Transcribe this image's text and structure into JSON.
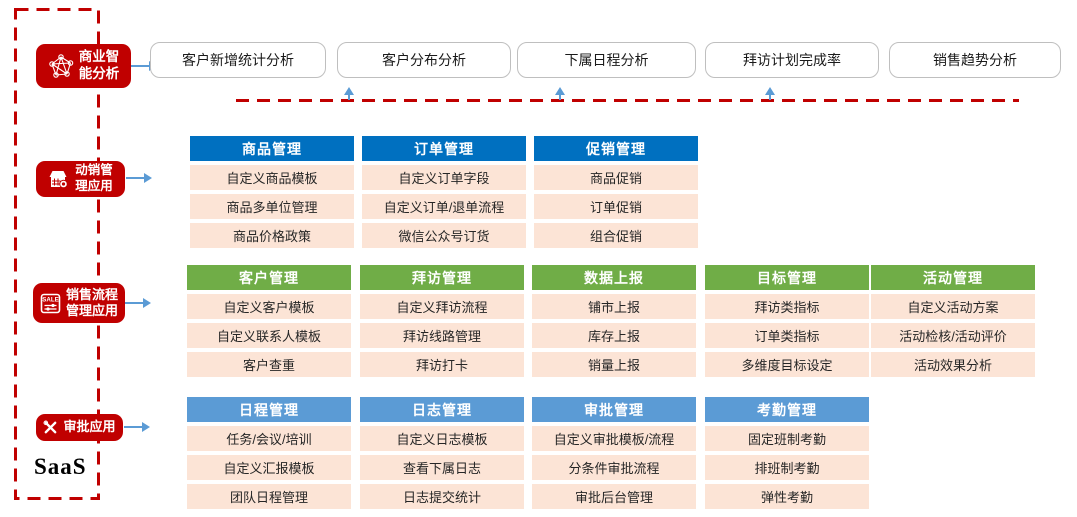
{
  "saas": {
    "label": "SaaS"
  },
  "colors": {
    "module_red": "#C00000",
    "dashed_line_red": "#C00000",
    "group1_header_blue": "#0070C0",
    "group2_header_green": "#70AD47",
    "group3_header_lightblue": "#5B9BD5",
    "cell_bg_peach": "#FCE4D6",
    "arrow_blue": "#5B9BD5",
    "bi_box_border": "#BFBFBF"
  },
  "modules": [
    {
      "label": "商业智能分析",
      "line1": "商业智",
      "line2": "能分析",
      "icon": "network-graph-icon"
    },
    {
      "label": "动销管理应用",
      "line1": "动销管",
      "line2": "理应用",
      "icon": "store-icon"
    },
    {
      "label": "销售流程管理应用",
      "line1": "销售流程",
      "line2": "管理应用",
      "icon": "sale-tag-icon"
    },
    {
      "label": "审批应用",
      "line1": "审批应用",
      "line2": "",
      "icon": "crossed-tools-icon"
    }
  ],
  "bi_boxes": [
    "客户新增统计分析",
    "客户分布分析",
    "下属日程分析",
    "拜访计划完成率",
    "销售趋势分析"
  ],
  "groups": [
    {
      "columns": [
        {
          "title": "商品管理",
          "items": [
            "自定义商品模板",
            "商品多单位管理",
            "商品价格政策"
          ]
        },
        {
          "title": "订单管理",
          "items": [
            "自定义订单字段",
            "自定义订单/退单流程",
            "微信公众号订货"
          ]
        },
        {
          "title": "促销管理",
          "items": [
            "商品促销",
            "订单促销",
            "组合促销"
          ]
        }
      ]
    },
    {
      "columns": [
        {
          "title": "客户管理",
          "items": [
            "自定义客户模板",
            "自定义联系人模板",
            "客户查重"
          ]
        },
        {
          "title": "拜访管理",
          "items": [
            "自定义拜访流程",
            "拜访线路管理",
            "拜访打卡"
          ]
        },
        {
          "title": "数据上报",
          "items": [
            "铺市上报",
            "库存上报",
            "销量上报"
          ]
        },
        {
          "title": "目标管理",
          "items": [
            "拜访类指标",
            "订单类指标",
            "多维度目标设定"
          ]
        },
        {
          "title": "活动管理",
          "items": [
            "自定义活动方案",
            "活动检核/活动评价",
            "活动效果分析"
          ]
        }
      ]
    },
    {
      "columns": [
        {
          "title": "日程管理",
          "items": [
            "任务/会议/培训",
            "自定义汇报模板",
            "团队日程管理"
          ]
        },
        {
          "title": "日志管理",
          "items": [
            "自定义日志模板",
            "查看下属日志",
            "日志提交统计"
          ]
        },
        {
          "title": "审批管理",
          "items": [
            "自定义审批模板/流程",
            "分条件审批流程",
            "审批后台管理"
          ]
        },
        {
          "title": "考勤管理",
          "items": [
            "固定班制考勤",
            "排班制考勤",
            "弹性考勤"
          ]
        }
      ]
    }
  ]
}
